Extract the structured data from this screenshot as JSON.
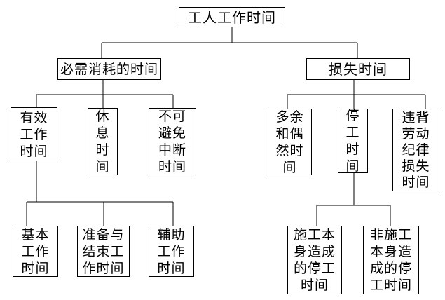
{
  "nodes": {
    "root": {
      "label": "工人工作时间",
      "lines": [
        "工人工作时间"
      ]
    },
    "necessary": {
      "label": "必需消耗的时间",
      "lines": [
        "必需消耗的时间"
      ]
    },
    "lost": {
      "label": "损失时间",
      "lines": [
        "损失时间"
      ]
    },
    "effective": {
      "label": "有效工作时间",
      "lines": [
        "有效",
        "工作",
        "时间"
      ]
    },
    "rest": {
      "label": "休息时间",
      "lines": [
        "休",
        "息",
        "时",
        "间"
      ]
    },
    "unavoidable": {
      "label": "不可避免中断时间",
      "lines": [
        "不可",
        "避免",
        "中断",
        "时间"
      ]
    },
    "superfluous": {
      "label": "多余和偶然时间",
      "lines": [
        "多余",
        "和偶",
        "然时",
        "间"
      ]
    },
    "stoppage": {
      "label": "停工时间",
      "lines": [
        "停",
        "工",
        "时",
        "间"
      ]
    },
    "discipline": {
      "label": "违背劳动纪律损失时间",
      "lines": [
        "违背",
        "劳动",
        "纪律",
        "损失",
        "时间"
      ]
    },
    "basic": {
      "label": "基本工作时间",
      "lines": [
        "基本",
        "工作",
        "时间"
      ]
    },
    "prep": {
      "label": "准备与结束工作时间",
      "lines": [
        "准备与",
        "结束工",
        "作时间"
      ]
    },
    "auxiliary": {
      "label": "辅助工作时间",
      "lines": [
        "辅助",
        "工作",
        "时间"
      ]
    },
    "construction": {
      "label": "施工本身造成的停工时间",
      "lines": [
        "施工本",
        "身造成",
        "的停工",
        "时间"
      ]
    },
    "nonconstruction": {
      "label": "非施工本身造成的停工时间",
      "lines": [
        "非施工",
        "本身造",
        "成的停",
        "工时间"
      ]
    }
  },
  "edges": [
    [
      "工人工作时间",
      "必需消耗的时间"
    ],
    [
      "工人工作时间",
      "损失时间"
    ],
    [
      "必需消耗的时间",
      "有效工作时间"
    ],
    [
      "必需消耗的时间",
      "休息时间"
    ],
    [
      "必需消耗的时间",
      "不可避免中断时间"
    ],
    [
      "损失时间",
      "多余和偶然时间"
    ],
    [
      "损失时间",
      "停工时间"
    ],
    [
      "损失时间",
      "违背劳动纪律损失时间"
    ],
    [
      "有效工作时间",
      "基本工作时间"
    ],
    [
      "有效工作时间",
      "准备与结束工作时间"
    ],
    [
      "有效工作时间",
      "辅助工作时间"
    ],
    [
      "停工时间",
      "施工本身造成的停工时间"
    ],
    [
      "停工时间",
      "非施工本身造成的停工时间"
    ]
  ],
  "colors": {
    "background": "#ffffff",
    "line": "#000000",
    "border": "#000000",
    "text": "#000000"
  }
}
